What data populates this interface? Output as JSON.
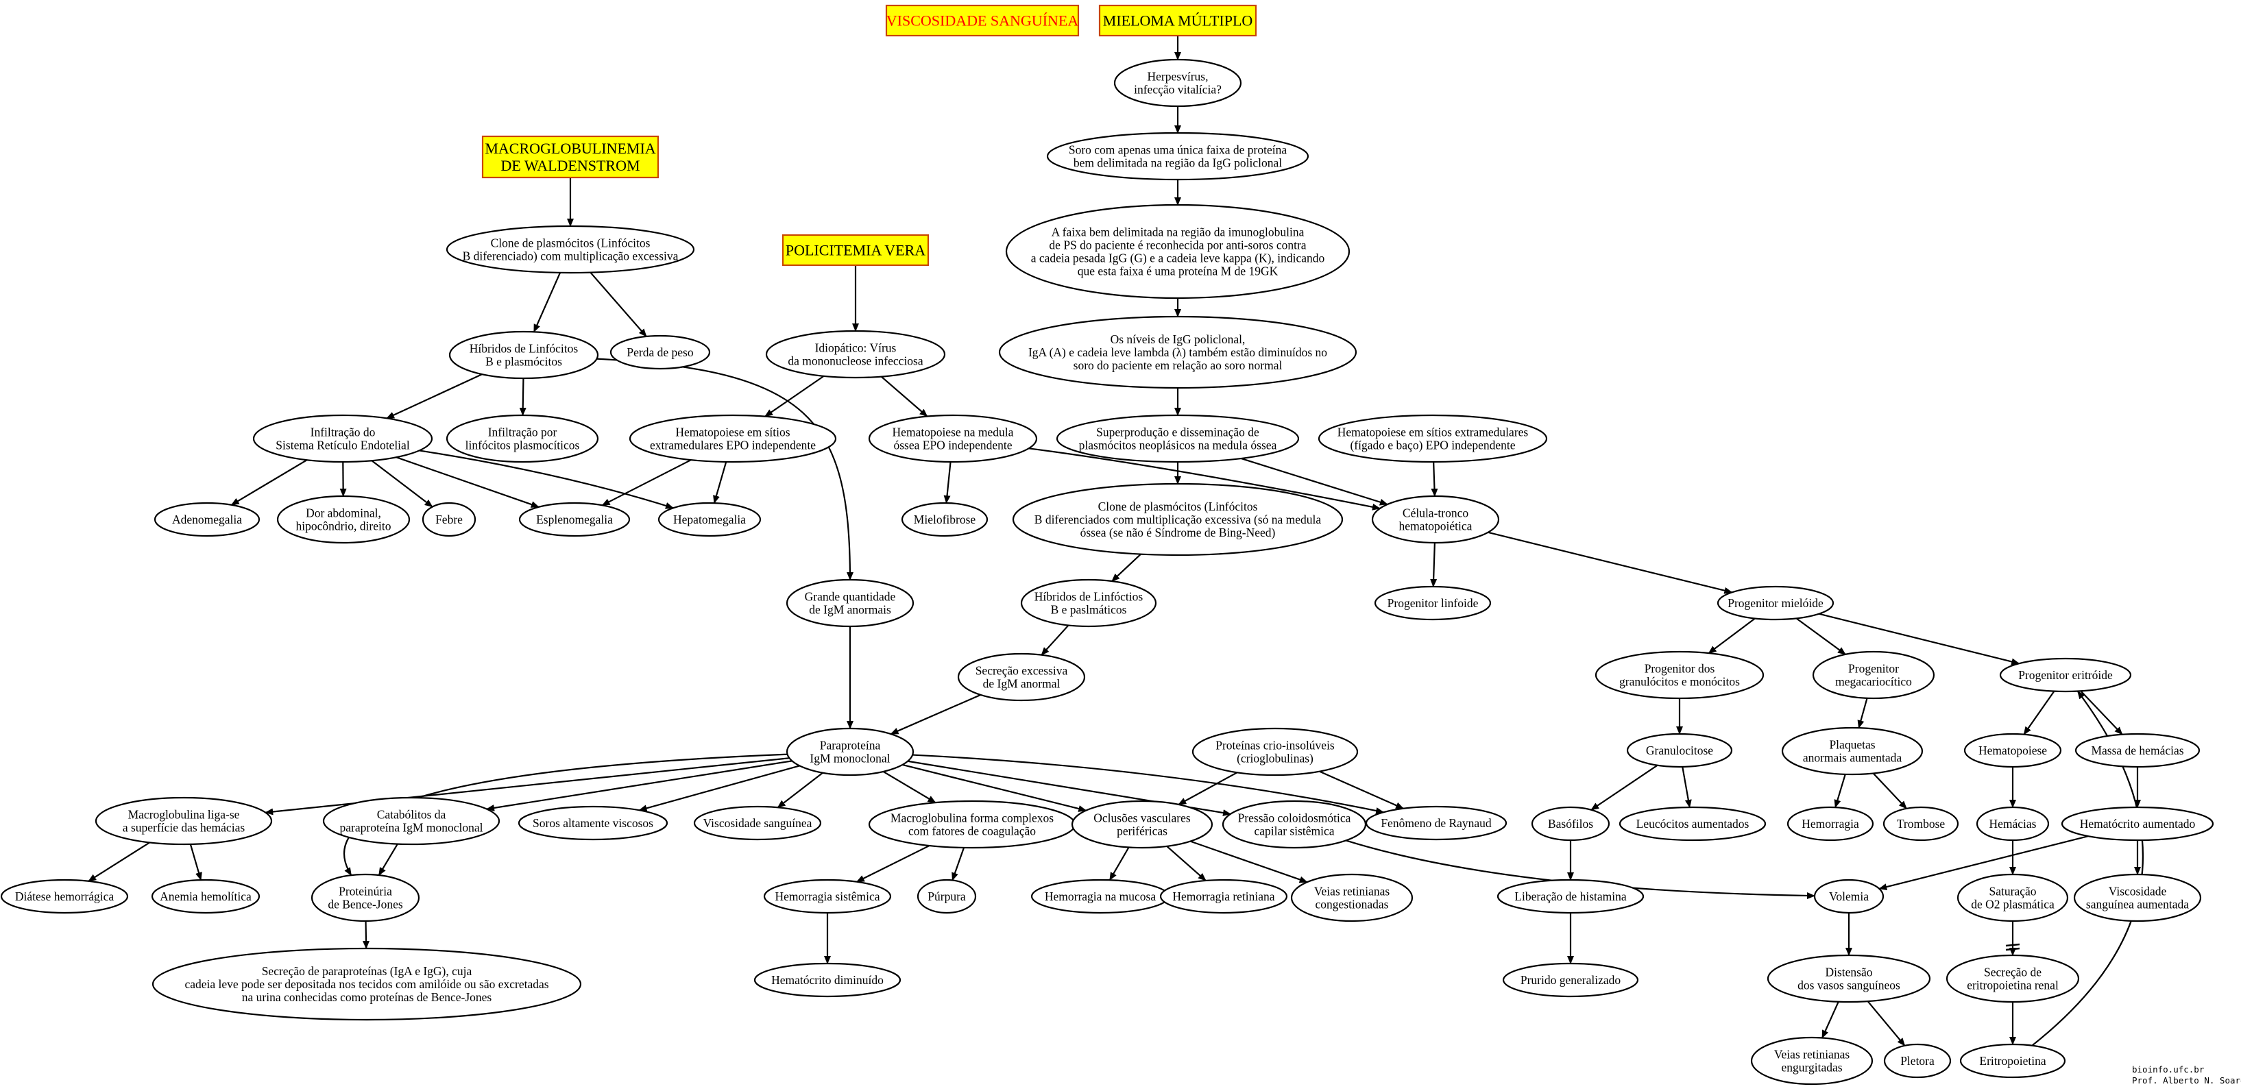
{
  "colors": {
    "box_fill": "#ffff00",
    "box_border": "#c84600",
    "red_title": "#ff0000",
    "lines": "#000000"
  },
  "credits": [
    "bioinfo.ufc.br",
    "Prof. Alberto N. Soares"
  ],
  "nodes": {
    "viscosidade": [
      "VISCOSIDADE SANGUÍNEA"
    ],
    "mieloma": [
      "MIELOMA MÚLTIPLO"
    ],
    "macroglobulinemia": [
      "MACROGLOBULINEMIA",
      "DE WALDENSTROM"
    ],
    "policitemia": [
      "POLICITEMIA VERA"
    ],
    "herpesvirus": [
      "Herpesvírus,",
      "infecção vitalícia?"
    ],
    "soro_faixa": [
      "Soro com apenas uma única faixa de proteína",
      "bem delimitada na região da IgG policlonal"
    ],
    "faixa_delimitada": [
      "A faixa bem delimitada na região da imunoglobulina",
      "de PS do paciente é reconhecida por anti-soros contra",
      "a cadeia pesada IgG (G) e a cadeia leve kappa (K), indicando",
      "que esta faixa é uma proteína M de 19GK"
    ],
    "niveis_igg": [
      "Os níveis de IgG policlonal,",
      "IgA (A) e cadeia leve lambda (λ) também estão diminuídos no",
      "soro do paciente em relação ao soro normal"
    ],
    "superproducao": [
      "Superprodução e disseminação de",
      "plasmócitos neoplásicos na medula óssea"
    ],
    "hemato_extramed_figado": [
      "Hematopoiese em sítios extramedulares",
      "(fígado e baço) EPO independente"
    ],
    "clone_wald": [
      "Clone de plasmócitos (Linfócitos",
      "B diferenciado) com multiplicação excessiva"
    ],
    "hibridos_wald": [
      "Híbridos de Linfócitos",
      "B e plasmócitos"
    ],
    "perda_peso": [
      "Perda de peso"
    ],
    "infiltracao_sre": [
      "Infiltração do",
      "Sistema Retículo Endotelial"
    ],
    "infiltracao_linf": [
      "Infiltração por",
      "linfócitos plasmocíticos"
    ],
    "adenomegalia": [
      "Adenomegalia"
    ],
    "dor_abdominal": [
      "Dor abdominal,",
      "hipocôndrio, direito"
    ],
    "febre": [
      "Febre"
    ],
    "esplenomegalia": [
      "Esplenomegalia"
    ],
    "hepatomegalia": [
      "Hepatomegalia"
    ],
    "idiopatico": [
      "Idiopático: Vírus",
      "da mononucleose infecciosa"
    ],
    "hemato_extramed_epo": [
      "Hematopoiese em sítios",
      "extramedulares EPO independente"
    ],
    "hemato_medula": [
      "Hematopoiese na medula",
      "óssea EPO independente"
    ],
    "mielofibrose": [
      "Mielofibrose"
    ],
    "clone_mieloma": [
      "Clone de plasmócitos (Linfócitos",
      "B diferenciados com multiplicação excessiva (só na medula",
      "óssea (se não é Síndrome de Bing-Need)"
    ],
    "celula_tronco": [
      "Célula-tronco",
      "hematopoiética"
    ],
    "progenitor_linfoide": [
      "Progenitor linfoide"
    ],
    "progenitor_mieloide": [
      "Progenitor mielóide"
    ],
    "hibridos_mieloma": [
      "Híbridos de Linfóctios",
      "B e paslmáticos"
    ],
    "grande_quantidade": [
      "Grande quantidade",
      "de IgM anormais"
    ],
    "secrecao_igm": [
      "Secreção excessiva",
      "de IgM anormal"
    ],
    "paraproteina": [
      "Paraproteína",
      "IgM monoclonal"
    ],
    "proteinas_crio": [
      "Proteínas crio-insolúveis",
      "(crioglobulinas)"
    ],
    "macro_liga": [
      "Macroglobulina liga-se",
      "a superfície das hemácias"
    ],
    "catabolitos": [
      "Catabólitos da",
      "paraproteína IgM monoclonal"
    ],
    "soros_viscosos": [
      "Soros altamente viscosos"
    ],
    "viscosidade_sanguinea": [
      "Viscosidade sanguínea"
    ],
    "macro_complexos": [
      "Macroglobulina forma complexos",
      "com fatores de coagulação"
    ],
    "oclusoes": [
      "Oclusões vasculares",
      "periféricas"
    ],
    "pressao_coloido": [
      "Pressão coloidosmótica",
      "capilar sistêmica"
    ],
    "raynaud": [
      "Fenômeno de Raynaud"
    ],
    "diatese": [
      "Diátese hemorrágica"
    ],
    "anemia": [
      "Anemia hemolítica"
    ],
    "proteinuria": [
      "Proteinúria",
      "de Bence-Jones"
    ],
    "secrecao_parap": [
      "Secreção de paraproteínas (IgA e IgG), cuja",
      "cadeia leve pode ser depositada nos tecidos com amilóide ou são excretadas",
      "na urina conhecidas como proteínas de Bence-Jones"
    ],
    "hemorragia_sist": [
      "Hemorragia sistêmica"
    ],
    "purpura": [
      "Púrpura"
    ],
    "hematocrito_dim": [
      "Hematócrito diminuído"
    ],
    "hemorragia_mucosa": [
      "Hemorragia na mucosa"
    ],
    "hemorragia_retiniana": [
      "Hemorragia retiniana"
    ],
    "veias_congestionadas": [
      "Veias retinianas",
      "congestionadas"
    ],
    "progenitor_granulo": [
      "Progenitor dos",
      "granulócitos e monócitos"
    ],
    "progenitor_mega": [
      "Progenitor",
      "megacariocítico"
    ],
    "progenitor_eritroide": [
      "Progenitor eritróide"
    ],
    "granulocitose": [
      "Granulocitose"
    ],
    "plaquetas": [
      "Plaquetas",
      "anormais aumentada"
    ],
    "hematopoiese_e": [
      "Hematopoiese"
    ],
    "massa_hemacias": [
      "Massa de hemácias"
    ],
    "basofilos": [
      "Basófilos"
    ],
    "leucocitos": [
      "Leucócitos aumentados"
    ],
    "hemorragia": [
      "Hemorragia"
    ],
    "trombose": [
      "Trombose"
    ],
    "hemacias": [
      "Hemácias"
    ],
    "hematocrito_aum": [
      "Hematócrito aumentado"
    ],
    "liberacao_hist": [
      "Liberação de histamina"
    ],
    "volemia": [
      "Volemia"
    ],
    "saturacao": [
      "Saturação",
      "de O2 plasmática"
    ],
    "viscosidade_aum": [
      "Viscosidade",
      "sanguínea aumentada"
    ],
    "prurido": [
      "Prurido generalizado"
    ],
    "distensao": [
      "Distensão",
      "dos vasos sanguíneos"
    ],
    "secrecao_eritro": [
      "Secreção de",
      "eritropoietina renal"
    ],
    "veias_engurgitadas": [
      "Veias retinianas",
      "engurgitadas"
    ],
    "pletora": [
      "Pletora"
    ],
    "eritropoietina": [
      "Eritropoietina"
    ]
  }
}
